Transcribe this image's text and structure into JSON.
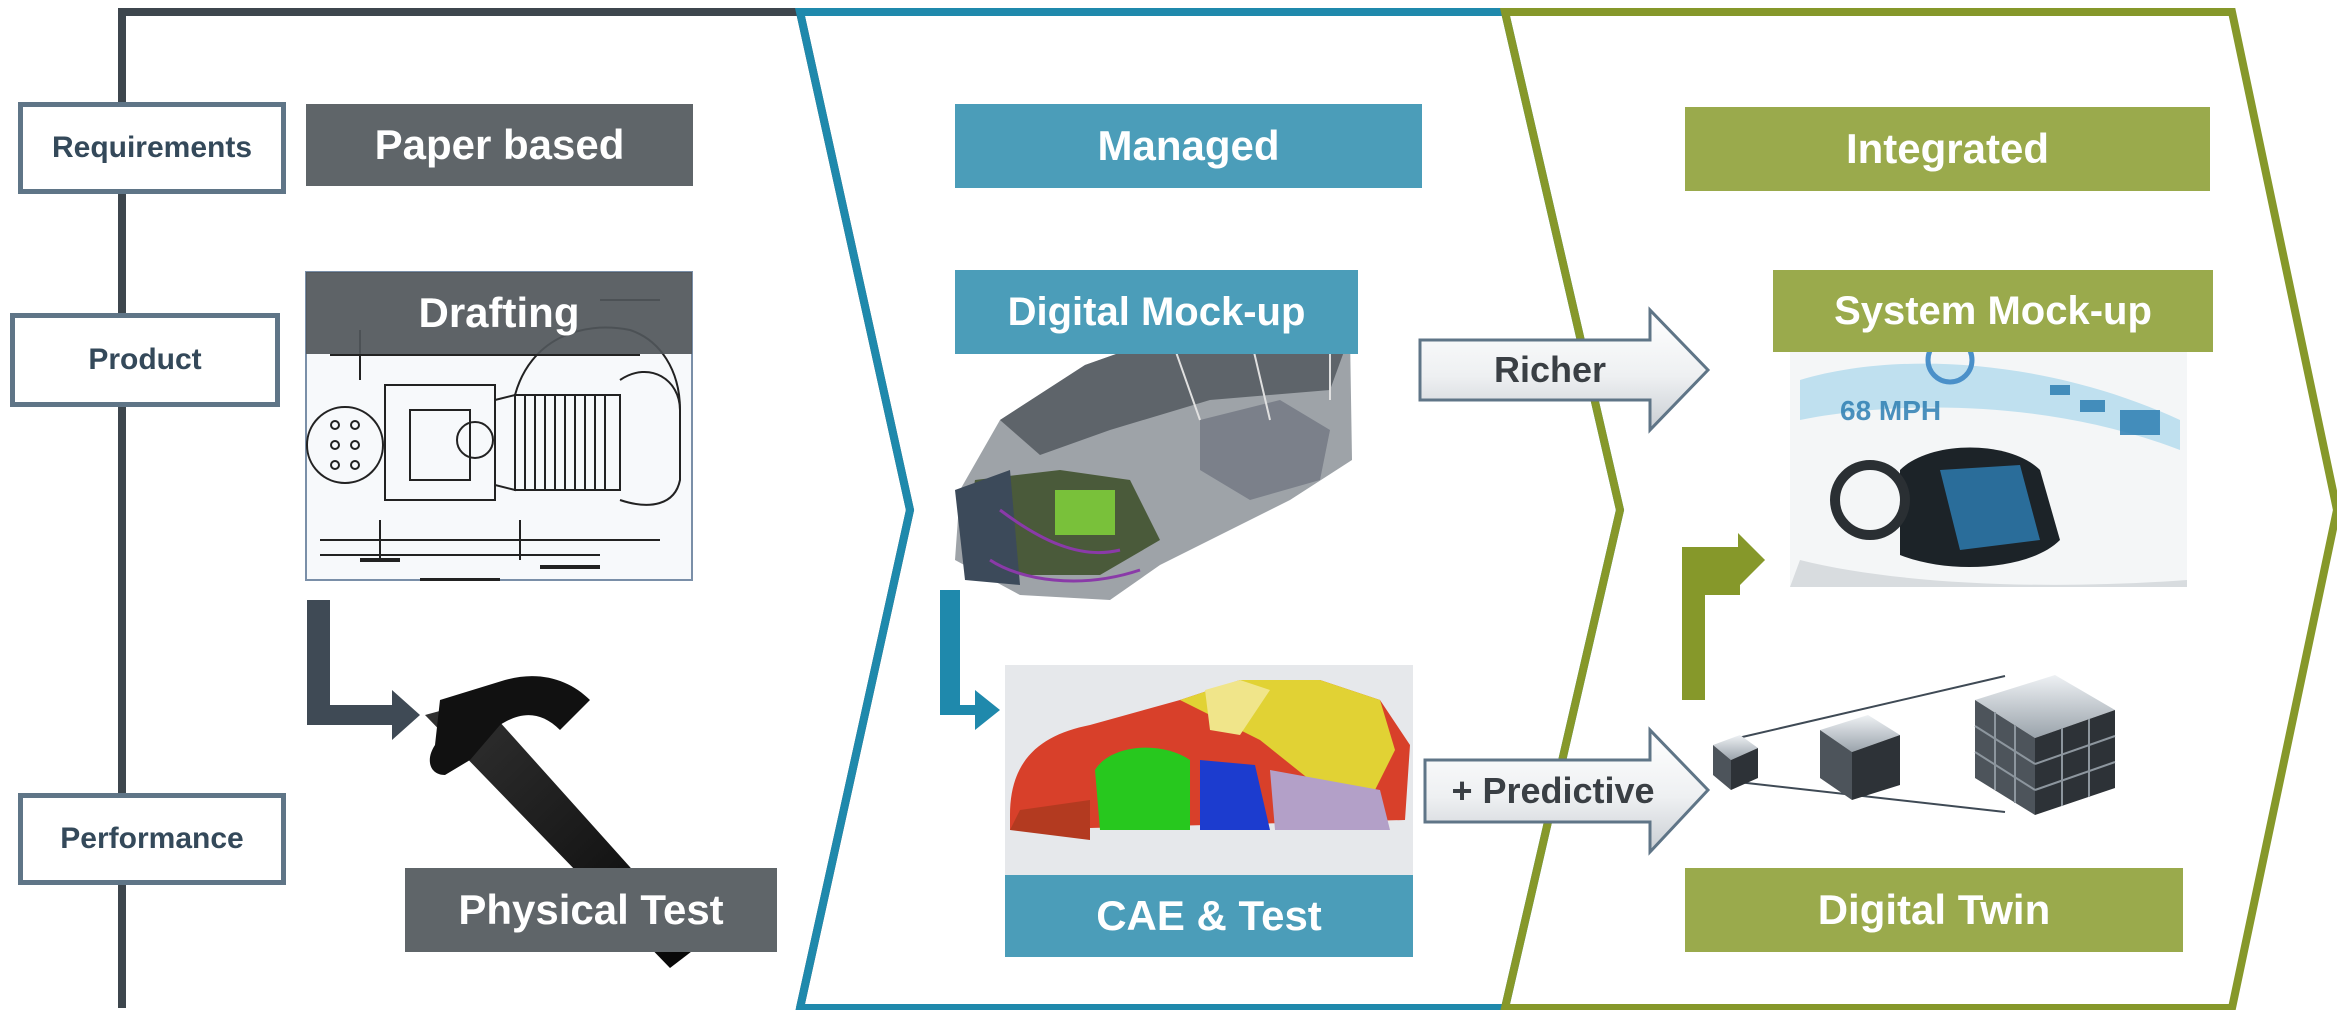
{
  "row_labels": {
    "requirements": "Requirements",
    "product": "Product",
    "performance": "Performance"
  },
  "phases": {
    "paper": {
      "title": "Paper based",
      "product": "Drafting",
      "performance": "Physical Test",
      "color": "#5f6569",
      "outline": "#3d464d"
    },
    "managed": {
      "title": "Managed",
      "product": "Digital Mock-up",
      "performance": "CAE & Test",
      "color": "#4b9db9",
      "outline": "#1f89ac"
    },
    "integrated": {
      "title": "Integrated",
      "product": "System Mock-up",
      "performance": "Digital Twin",
      "color": "#9aaa4c",
      "outline": "#86982a"
    }
  },
  "transitions": {
    "product": "Richer",
    "performance": "+ Predictive"
  }
}
